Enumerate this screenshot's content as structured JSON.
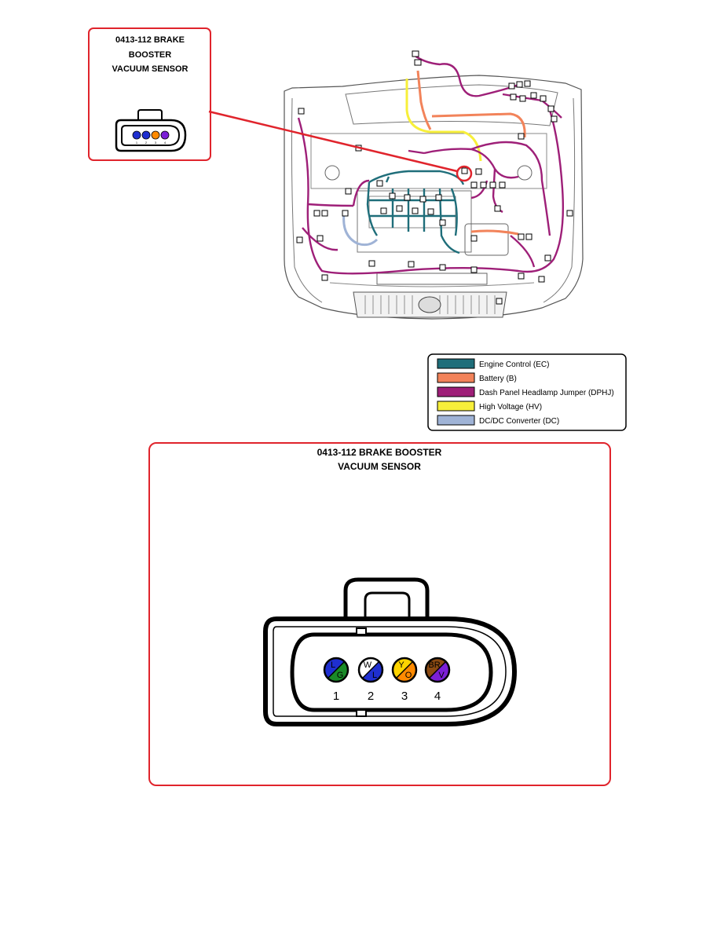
{
  "callout": {
    "title_lines": [
      "0413-112 BRAKE",
      "BOOSTER",
      "VACUUM SENSOR"
    ]
  },
  "detail": {
    "title_lines": [
      "0413-112 BRAKE BOOSTER",
      "VACUUM SENSOR"
    ]
  },
  "pins": [
    {
      "number": "1",
      "top_code": "L",
      "bottom_code": "G",
      "top_color": "#1f2fd0",
      "bottom_color": "#1a8a28"
    },
    {
      "number": "2",
      "top_code": "W",
      "bottom_code": "L",
      "top_color": "#ffffff",
      "bottom_color": "#1f2fd0"
    },
    {
      "number": "3",
      "top_code": "Y",
      "bottom_code": "O",
      "top_color": "#ffd400",
      "bottom_color": "#ff8a00"
    },
    {
      "number": "4",
      "top_code": "BR",
      "bottom_code": "V",
      "top_color": "#8b4a12",
      "bottom_color": "#7b1fd6"
    }
  ],
  "legend": {
    "items": [
      {
        "label": "Engine Control   (EC)",
        "color": "#1f6e7a"
      },
      {
        "label": "Battery (B)",
        "color": "#f2835a"
      },
      {
        "label": "Dash Panel Headlamp Jumper (DPHJ)",
        "color": "#9e1f78"
      },
      {
        "label": "High Voltage (HV)",
        "color": "#f7ef3a"
      },
      {
        "label": "DC/DC Converter (DC)",
        "color": "#9fb3d6"
      }
    ]
  },
  "colors": {
    "frame_red": "#e0242c",
    "harness_teal": "#1f6e7a",
    "harness_purple": "#9e1f78",
    "harness_orange": "#f2835a",
    "harness_yellow": "#f7ef3a",
    "harness_blue": "#9fb3d6"
  }
}
